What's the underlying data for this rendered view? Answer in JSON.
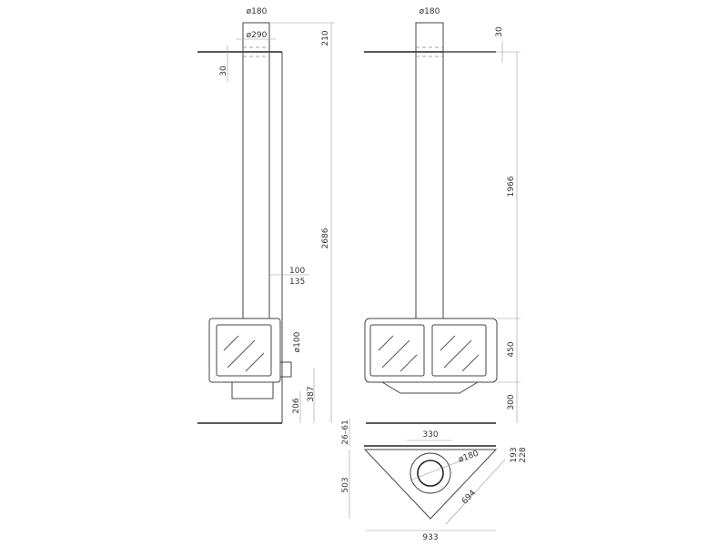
{
  "side_view": {
    "flue_diameter": "ø180",
    "collar_diameter": "ø290",
    "collar_height": "210",
    "ceiling_offset": "30",
    "total_height": "2686",
    "wall_gap_1": "100",
    "wall_gap_2": "135",
    "air_inlet_diameter": "ø100",
    "inlet_height": "387",
    "inlet_bottom": "206"
  },
  "front_view": {
    "flue_diameter": "ø180",
    "ceiling_offset": "30",
    "pipe_height": "1966",
    "stove_height": "450",
    "stove_elevation": "300"
  },
  "plan_view": {
    "floor_gap": "26–61",
    "rear_width": "330",
    "flue_diameter": "ø180",
    "flue_offset": "193",
    "flue_offset_total": "228",
    "depth": "503",
    "side_length": "694",
    "width": "933"
  }
}
